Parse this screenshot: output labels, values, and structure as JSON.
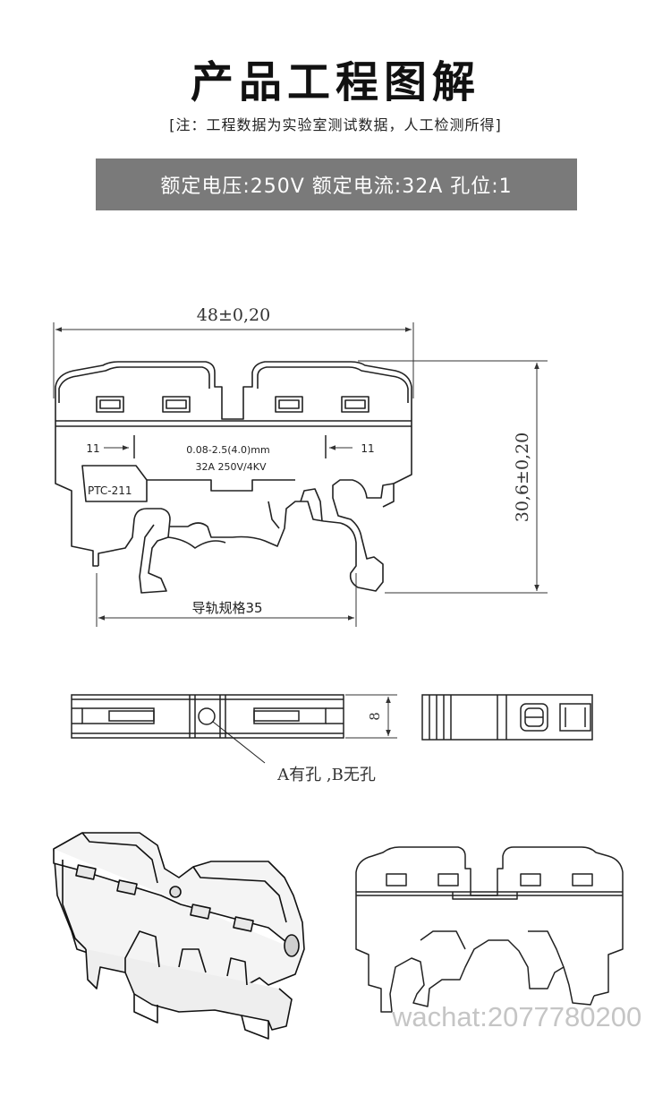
{
  "header": {
    "title": "产品工程图解",
    "note": "[注：工程数据为实验室测试数据，人工检测所得]"
  },
  "spec_bar": {
    "voltage": "额定电压:250V",
    "current": "额定电流:32A",
    "holes": "孔位:1"
  },
  "front_view": {
    "width_dim": "48±0,20",
    "height_dim": "30,6±0,20",
    "rail_dim": "导轨规格35",
    "wire_range": "0.08-2.5(4.0)mm",
    "rating": "32A 250V/4KV",
    "strip_left": "11",
    "strip_right": "11",
    "model": "PTC-211"
  },
  "top_view": {
    "thickness_dim": "8",
    "hole_callout": "A有孔 ,B无孔"
  },
  "watermark": "wachat:2077780200"
}
